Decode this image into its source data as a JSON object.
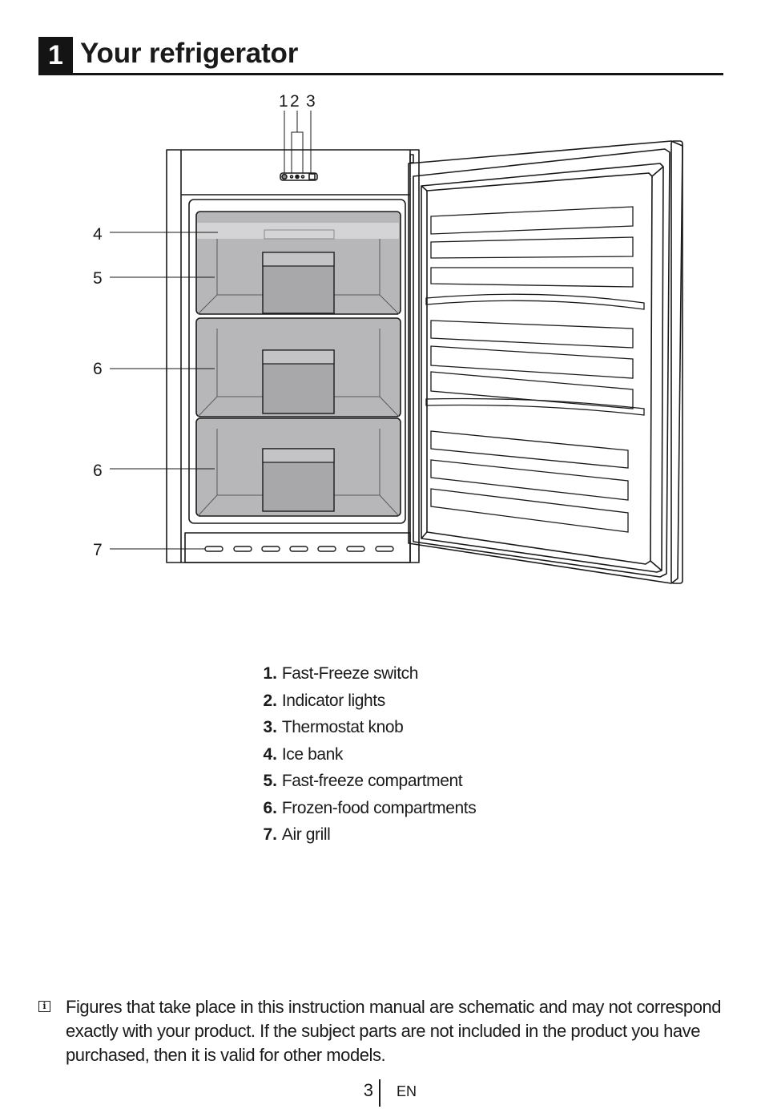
{
  "section": {
    "number": "1",
    "title": "Your refrigerator"
  },
  "figure": {
    "callouts_top": [
      "1",
      "2",
      "3"
    ],
    "callouts_left": [
      "4",
      "5",
      "6",
      "6",
      "7"
    ]
  },
  "parts": [
    {
      "number": "1.",
      "label": "Fast-Freeze switch"
    },
    {
      "number": "2.",
      "label": "Indicator lights"
    },
    {
      "number": "3.",
      "label": "Thermostat knob"
    },
    {
      "number": "4.",
      "label": "Ice bank"
    },
    {
      "number": "5.",
      "label": "Fast-freeze compartment"
    },
    {
      "number": "6.",
      "label": "Frozen-food compartments"
    },
    {
      "number": "7.",
      "label": "Air grill"
    }
  ],
  "note": {
    "icon": "info-icon",
    "icon_glyph": "i",
    "text": "Figures that take place in this instruction manual are schematic and may not correspond exactly with your product. If the subject parts are not included in the product you have purchased, then it is valid for other models."
  },
  "footer": {
    "page_number": "3",
    "language": "EN"
  }
}
